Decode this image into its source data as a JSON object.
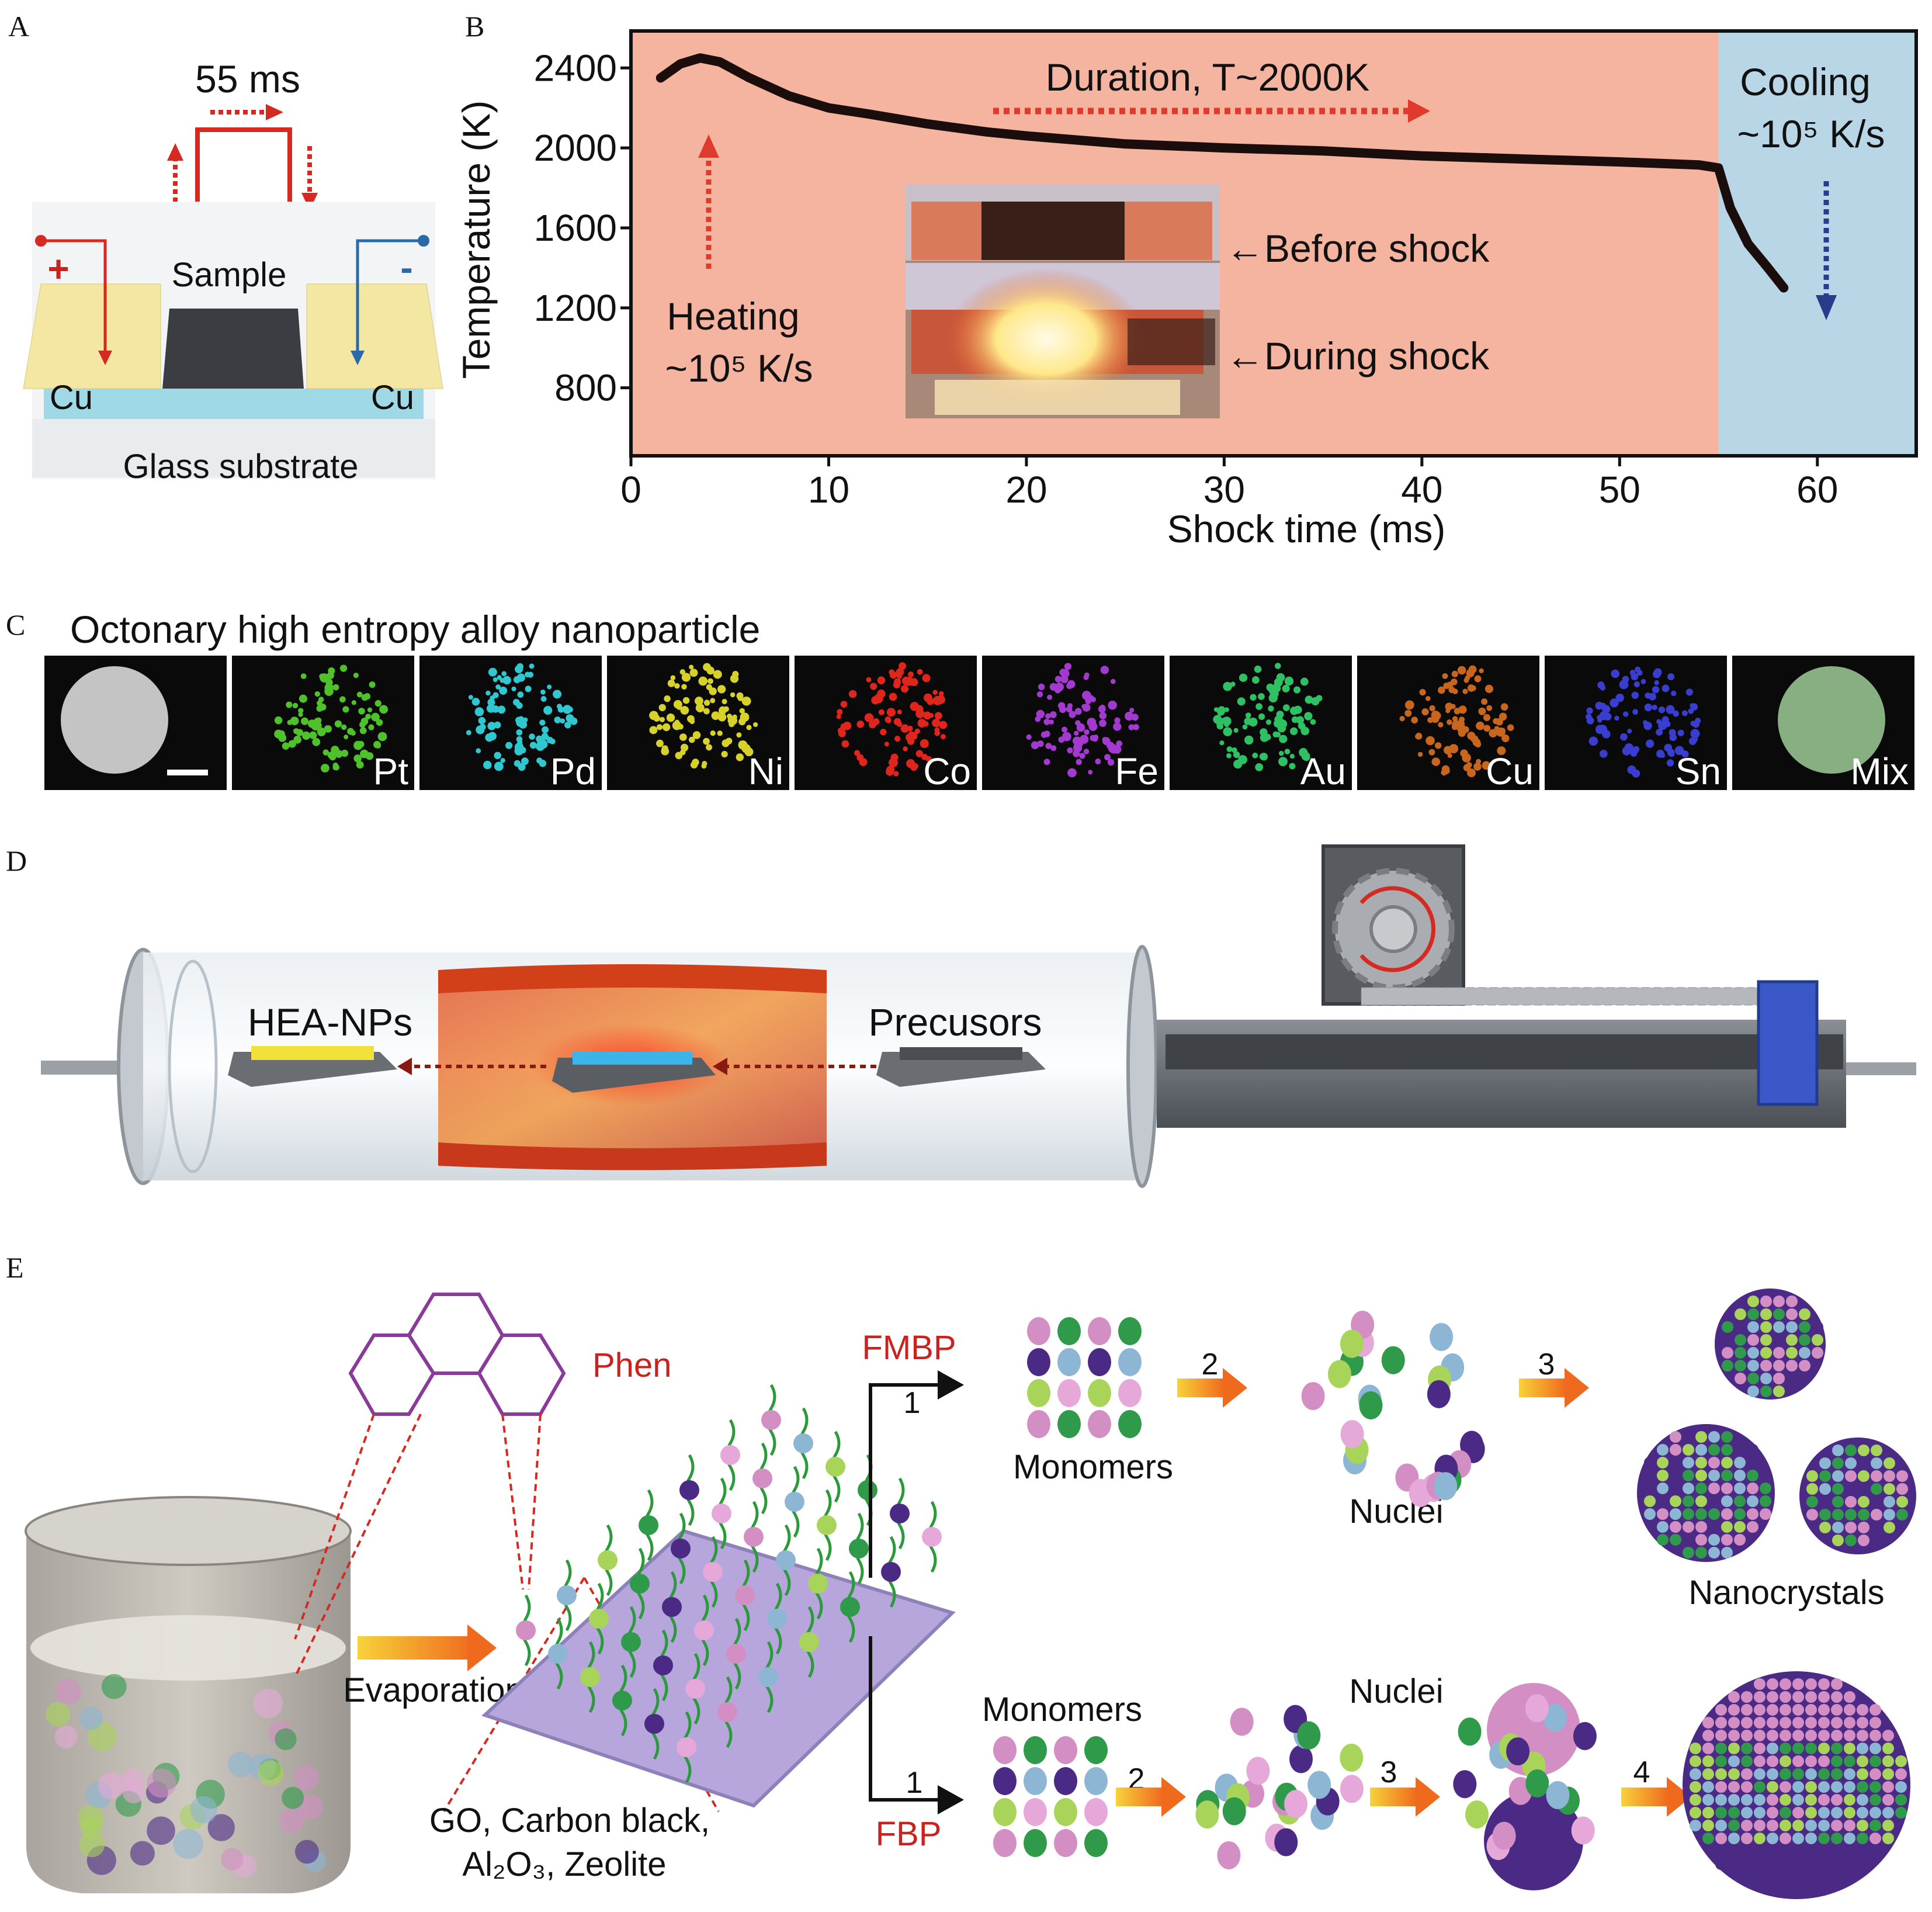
{
  "panels": {
    "A": {
      "label": "A",
      "pulse_label": "55 ms",
      "sample": "Sample",
      "plus": "+",
      "minus": "-",
      "cu_left": "Cu",
      "cu_right": "Cu",
      "substrate": "Glass substrate"
    },
    "B": {
      "label": "B",
      "duration": "Duration, T~2000K",
      "cooling": "Cooling",
      "cooling_rate": "~10⁵ K/s",
      "heating": "Heating",
      "heating_rate": "~10⁵ K/s",
      "before": "←Before shock",
      "during": "←During shock"
    },
    "C": {
      "label": "C",
      "title": "Octonary high entropy alloy nanoparticle",
      "tiles": [
        {
          "el": "",
          "color": "#d8d8d8"
        },
        {
          "el": "Pt",
          "color": "#4fc12a"
        },
        {
          "el": "Pd",
          "color": "#2fc8d0"
        },
        {
          "el": "Ni",
          "color": "#d6d22a"
        },
        {
          "el": "Co",
          "color": "#e0261c"
        },
        {
          "el": "Fe",
          "color": "#a33ad0"
        },
        {
          "el": "Au",
          "color": "#2fc064"
        },
        {
          "el": "Cu",
          "color": "#c8661e"
        },
        {
          "el": "Sn",
          "color": "#3a3ed0"
        },
        {
          "el": "Mix",
          "color": "#a8d8a0"
        }
      ]
    },
    "D": {
      "label": "D",
      "hea": "HEA-NPs",
      "precursors": "Precusors"
    },
    "E": {
      "label": "E",
      "phen": "Phen",
      "fmbp": "FMBP",
      "fbp": "FBP",
      "monomers_top": "Monomers",
      "nuclei_top": "Nuclei",
      "nanocrystals": "Nanocrystals",
      "monomers_bottom": "Monomers",
      "nuclei_bottom": "Nuclei",
      "evaporation": "Evaporation",
      "support_line1": "GO, Carbon black,",
      "support_line2": "Al₂O₃, Zeolite",
      "steps_top": [
        "1",
        "2",
        "3"
      ],
      "steps_bottom": [
        "1",
        "2",
        "3",
        "4"
      ],
      "palette": [
        "#d38fc4",
        "#8cb6d4",
        "#a9d45a",
        "#2f9a4a",
        "#4b2a85",
        "#e6a8d8"
      ]
    }
  },
  "chart_data": {
    "type": "line",
    "title": "",
    "xlabel": "Shock time (ms)",
    "ylabel": "Temperature (K)",
    "xlim": [
      0,
      65
    ],
    "ylim": [
      460,
      2585
    ],
    "xticks": [
      0,
      10,
      20,
      30,
      40,
      50,
      60
    ],
    "yticks": [
      800,
      1200,
      1600,
      2000,
      2400
    ],
    "regions": [
      {
        "name": "heating-duration",
        "from": 0,
        "to": 55,
        "color": "#f4b4a0"
      },
      {
        "name": "cooling",
        "from": 55,
        "to": 65,
        "color": "#b9d6e6"
      }
    ],
    "series": [
      {
        "name": "temperature",
        "color": "#1a0d0b",
        "x": [
          1.5,
          2.5,
          3.5,
          4.5,
          6,
          8,
          10,
          12,
          15,
          18,
          20,
          25,
          30,
          35,
          40,
          45,
          50,
          54,
          55,
          55.6,
          56.5,
          57.5,
          58.3
        ],
        "y": [
          2350,
          2420,
          2450,
          2430,
          2350,
          2260,
          2200,
          2170,
          2120,
          2080,
          2060,
          2020,
          2000,
          1985,
          1960,
          1945,
          1930,
          1915,
          1900,
          1700,
          1520,
          1400,
          1300
        ]
      }
    ]
  }
}
